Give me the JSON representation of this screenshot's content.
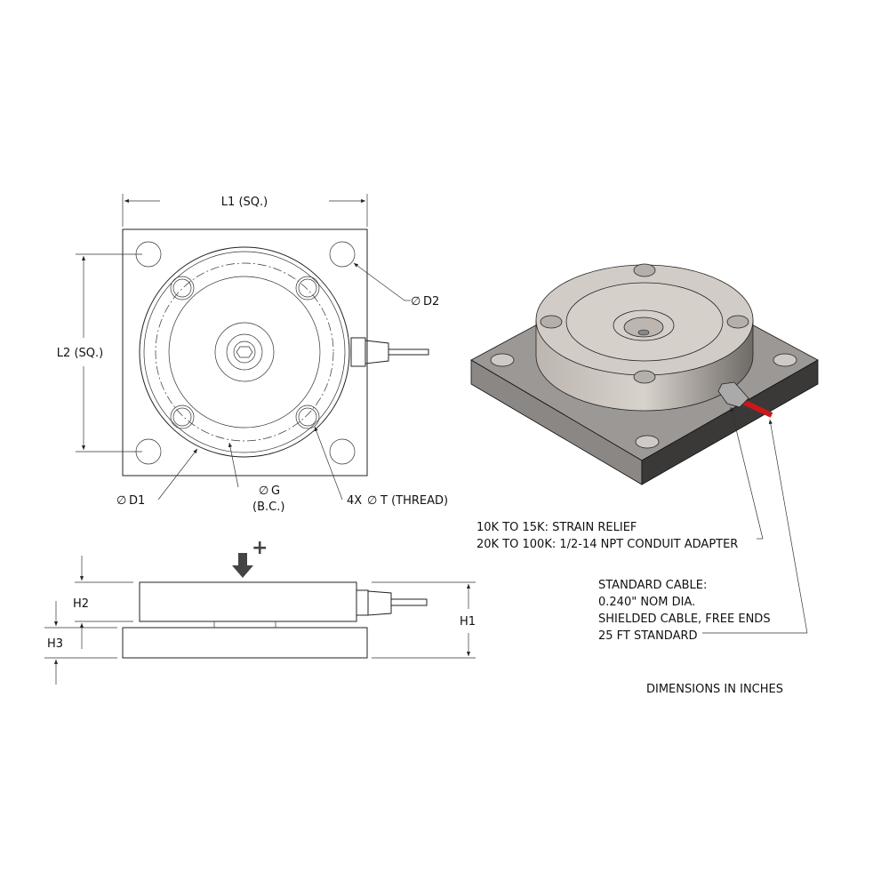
{
  "top_view": {
    "l1_label": "L1 (SQ.)",
    "l2_label": "L2 (SQ.)",
    "d2_label": "D2",
    "d1_label": "D1",
    "g_label": "G",
    "bc_label": "(B.C.)",
    "thread_label": "4X",
    "thread_label2": "T (THREAD)",
    "diameter_symbol": "∅"
  },
  "side_view": {
    "h1_label": "H1",
    "h2_label": "H2",
    "h3_label": "H3",
    "load_symbol": "+"
  },
  "notes": {
    "adapter_line1": "10K TO 15K: STRAIN RELIEF",
    "adapter_line2": "20K TO 100K: 1/2-14 NPT CONDUIT ADAPTER",
    "cable_line1": "STANDARD  CABLE:",
    "cable_line2": "0.240\" NOM DIA.",
    "cable_line3": "SHIELDED CABLE, FREE ENDS",
    "cable_line4": "25 FT STANDARD",
    "units": "DIMENSIONS IN INCHES"
  },
  "colors": {
    "cable": "#c8181c",
    "body": "#cfc8c2",
    "base": "#8a8784"
  }
}
